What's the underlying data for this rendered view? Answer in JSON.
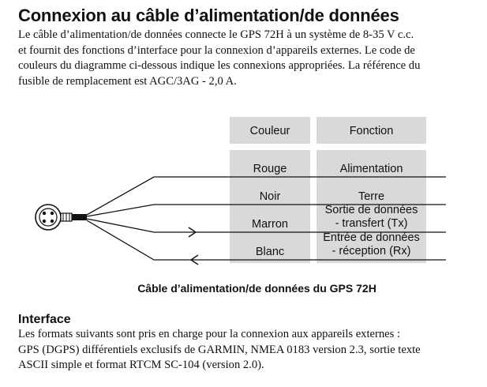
{
  "title": "Connexion au câble d’alimentation/de données",
  "intro_lines": [
    "Le câble d’alimentation/de données connecte le GPS 72H à un système de 8-35 V c.c.",
    "et fournit des fonctions d’interface pour la connexion d’appareils externes. Le code de",
    "couleurs du diagramme ci-dessous indique les connexions appropriées. La référence du",
    "fusible de remplacement est AGC/3AG - 2,0 A."
  ],
  "table": {
    "color_header": "Couleur",
    "function_header": "Fonction",
    "rows": [
      {
        "color": "Rouge",
        "function": [
          "Alimentation"
        ],
        "arrow": false
      },
      {
        "color": "Noir",
        "function": [
          "Terre"
        ],
        "arrow": false
      },
      {
        "color": "Marron",
        "function": [
          "Sortie de données",
          "- transfert (Tx)"
        ],
        "arrow": true
      },
      {
        "color": "Blanc",
        "function": [
          "Entrée de données",
          "- réception (Rx)"
        ],
        "arrow": true
      }
    ]
  },
  "caption": "Câble d’alimentation/de données du GPS 72H",
  "interface": {
    "title": "Interface",
    "lines": [
      "Les formats suivants sont pris en charge pour la connexion aux appareils externes :",
      "GPS (DGPS) différentiels exclusifs de GARMIN, NMEA 0183 version 2.3, sortie texte",
      "ASCII simple et format RTCM SC-104 (version 2.0)."
    ]
  }
}
